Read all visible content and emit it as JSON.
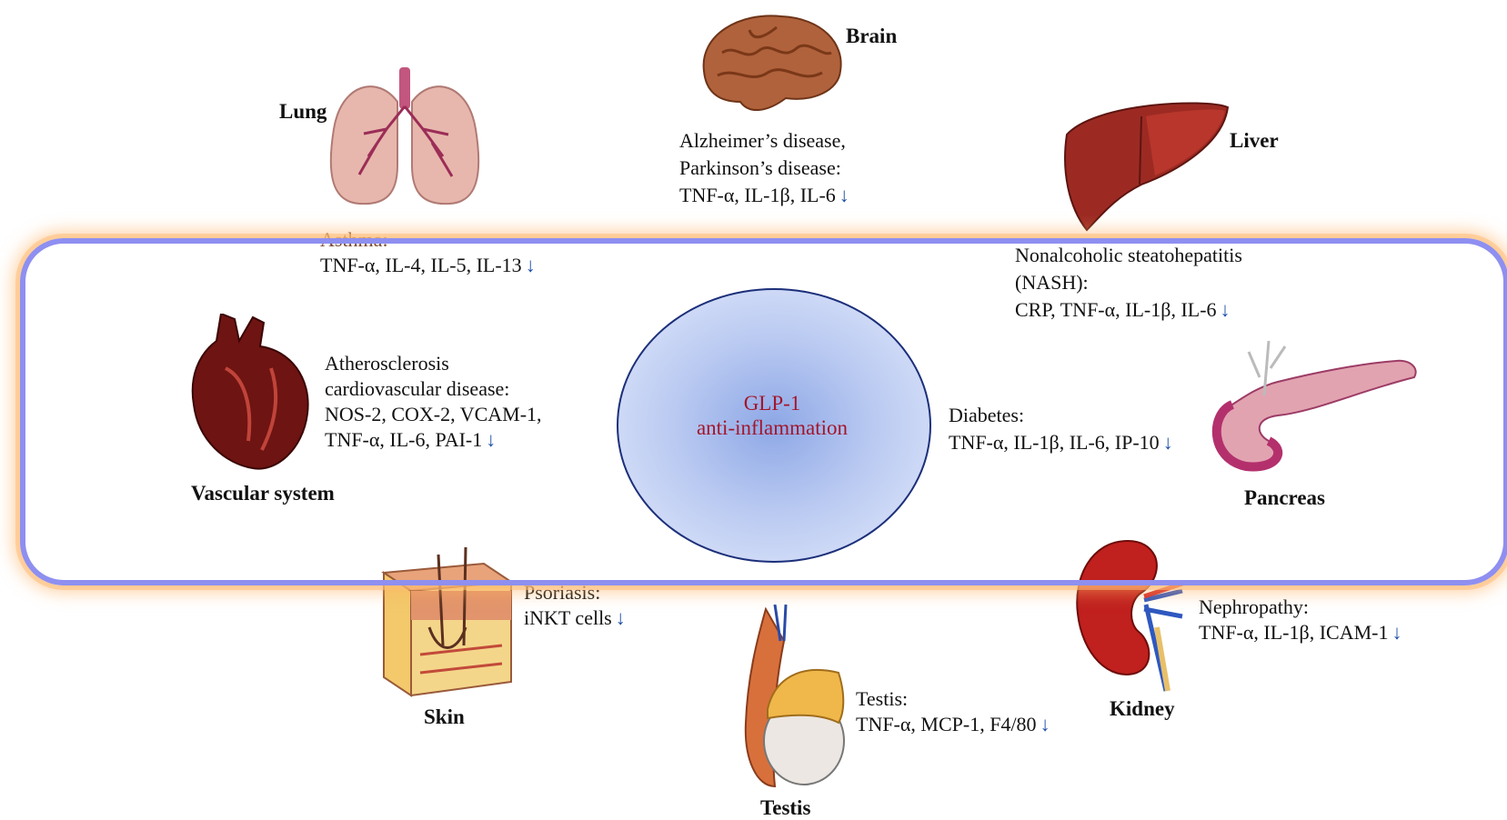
{
  "center": {
    "title": "GLP-1",
    "subtitle": "anti-inflammation"
  },
  "organs": {
    "lung": {
      "name": "Lung",
      "lines": [
        "Asthma:",
        "TNF-α, IL-4, IL-5, IL-13"
      ],
      "arrow": "↓"
    },
    "brain": {
      "name": "Brain",
      "lines": [
        "Alzheimer’s disease,",
        "Parkinson’s disease:",
        "TNF-α, IL-1β, IL-6"
      ],
      "arrow": "↓"
    },
    "liver": {
      "name": "Liver",
      "lines": [
        "Nonalcoholic steatohepatitis",
        "(NASH):",
        "CRP, TNF-α, IL-1β, IL-6"
      ],
      "arrow": "↓"
    },
    "vascular": {
      "name": "Vascular system",
      "lines": [
        "Atherosclerosis",
        "cardiovascular disease:",
        "NOS-2, COX-2, VCAM-1,",
        "TNF-α, IL-6, PAI-1"
      ],
      "arrow": "↓"
    },
    "pancreas": {
      "name": "Pancreas",
      "lines": [
        "Diabetes:",
        "TNF-α, IL-1β, IL-6, IP-10"
      ],
      "arrow": "↓"
    },
    "skin": {
      "name": "Skin",
      "lines": [
        "Psoriasis:",
        "iNKT cells"
      ],
      "arrow": "↓"
    },
    "testis": {
      "name": "Testis",
      "lines": [
        "Testis:",
        "TNF-α, MCP-1, F4/80"
      ],
      "arrow": "↓"
    },
    "kidney": {
      "name": "Kidney",
      "lines": [
        "Nephropathy:",
        "TNF-α, IL-1β, ICAM-1"
      ],
      "arrow": "↓"
    }
  },
  "colors": {
    "highlight_border": "#8e8ff0",
    "highlight_glow": "#ffaf5f",
    "center_text": "#a3162b",
    "arrow": "#1d4fa8"
  },
  "icons": [
    "lung-icon",
    "brain-icon",
    "liver-icon",
    "heart-icon",
    "pancreas-icon",
    "skin-icon",
    "testis-icon",
    "kidney-icon"
  ]
}
